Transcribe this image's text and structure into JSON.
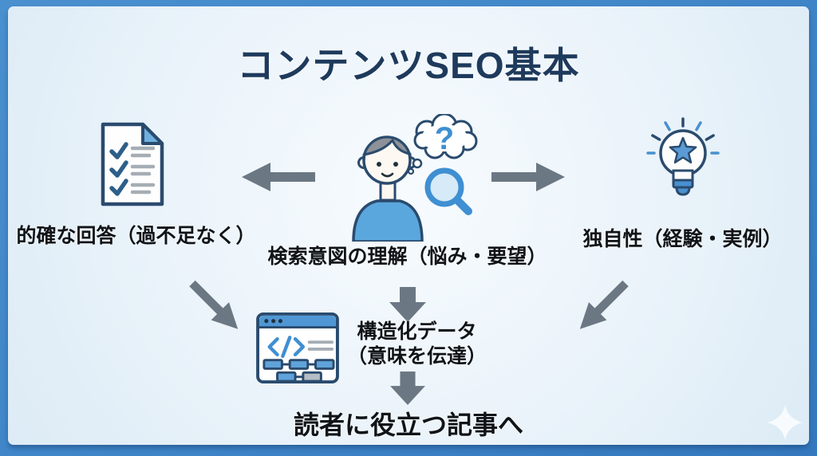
{
  "title": "コンテンツSEO基本",
  "glyphs": {
    "question_mark": "?"
  },
  "nodes": {
    "left": {
      "icon": "checklist-document-icon",
      "label": "的確な回答（過不足なく）"
    },
    "center": {
      "icon": "person-searching-icon",
      "label": "検索意図の理解（悩み・要望）"
    },
    "right": {
      "icon": "lightbulb-star-icon",
      "label": "独自性（経験・実例）"
    },
    "structured_data": {
      "icon": "browser-code-icon",
      "label_line1": "構造化データ",
      "label_line2": "（意味を伝達）"
    },
    "goal": {
      "label": "読者に役立つ記事へ"
    }
  },
  "arrows": [
    "arrow-left",
    "arrow-right",
    "arrow-diagonal-down-right",
    "arrow-down-center",
    "arrow-diagonal-down-left",
    "arrow-down-to-goal"
  ],
  "colors": {
    "page_bg": "#3d83c6",
    "card_bg": "#eaf3fa",
    "title_text": "#1e3a5c",
    "body_text": "#101418",
    "arrow_gray": "#6b7884",
    "icon_blue": "#4f97d4",
    "icon_blue_light": "#cfe6f5",
    "icon_navy": "#2a4b6e",
    "detail_gray": "#a5adb5"
  }
}
